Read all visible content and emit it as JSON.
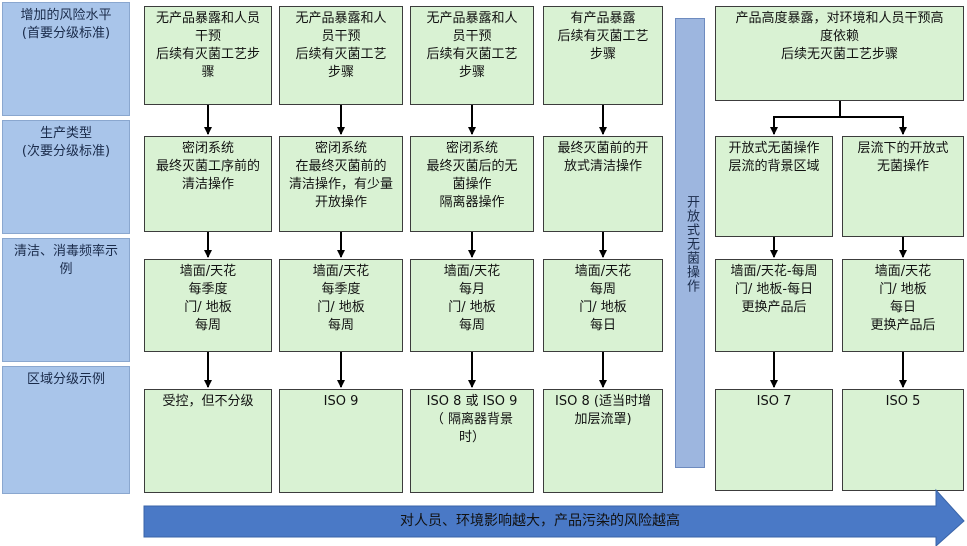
{
  "row_labels": [
    [
      "增加的风险水平",
      "(首要分级标准)"
    ],
    [
      "生产类型",
      "(次要分级标准)"
    ],
    [
      "清洁、消毒频率示",
      "例"
    ],
    [
      "区域分级示例"
    ]
  ],
  "columns": [
    {
      "risk": [
        "无产品暴露和人员",
        "干预",
        "后续有灭菌工艺步",
        "骤"
      ],
      "type": [
        "密闭系统",
        "最终灭菌工序前的",
        "清洁操作"
      ],
      "freq": [
        "墙面/天花",
        "每季度",
        "门/ 地板",
        "每周"
      ],
      "grade": [
        "受控，但不分级"
      ]
    },
    {
      "risk": [
        "无产品暴露和人",
        "员干预",
        "后续有灭菌工艺",
        "步骤"
      ],
      "type": [
        "密闭系统",
        "在最终灭菌前的",
        "清洁操作，有少量",
        "开放操作"
      ],
      "freq": [
        "墙面/天花",
        "每季度",
        "门/ 地板",
        "每周"
      ],
      "grade": [
        "ISO 9"
      ]
    },
    {
      "risk": [
        "无产品暴露和人",
        "员干预",
        "后续有灭菌工艺",
        "步骤"
      ],
      "type": [
        "密闭系统",
        "最终灭菌后的无",
        "菌操作",
        "隔离器操作"
      ],
      "freq": [
        "墙面/天花",
        "每月",
        "门/ 地板",
        "每周"
      ],
      "grade": [
        "ISO 8 或  ISO 9",
        "（ 隔离器背景",
        "时）"
      ]
    },
    {
      "risk": [
        "有产品暴露",
        "后续有灭菌工艺",
        "步骤"
      ],
      "type": [
        "最终灭菌前的开",
        "放式清洁操作"
      ],
      "freq": [
        "墙面/天花",
        "每周",
        "门/ 地板",
        "每日"
      ],
      "grade": [
        "ISO 8 (适当时增",
        "加层流罩)"
      ]
    }
  ],
  "vertical_label": "开放式无菌操作",
  "right_top": [
    "产品高度暴露，对环境和人员干预高",
    "度依赖",
    "后续无灭菌工艺步骤"
  ],
  "right_columns": [
    {
      "type": [
        "开放式无菌操作",
        "层流的背景区域"
      ],
      "freq": [
        "墙面/天花-每周",
        "门/ 地板-每日",
        "更换产品后"
      ],
      "grade": [
        "ISO 7"
      ]
    },
    {
      "type": [
        "层流下的开放式",
        "无菌操作"
      ],
      "freq": [
        "墙面/天花",
        "门/ 地板",
        "每日",
        "更换产品后"
      ],
      "grade": [
        "ISO 5"
      ]
    }
  ],
  "bottom_arrow_text": "对人员、环境影响越大，产品污染的风险越高"
}
